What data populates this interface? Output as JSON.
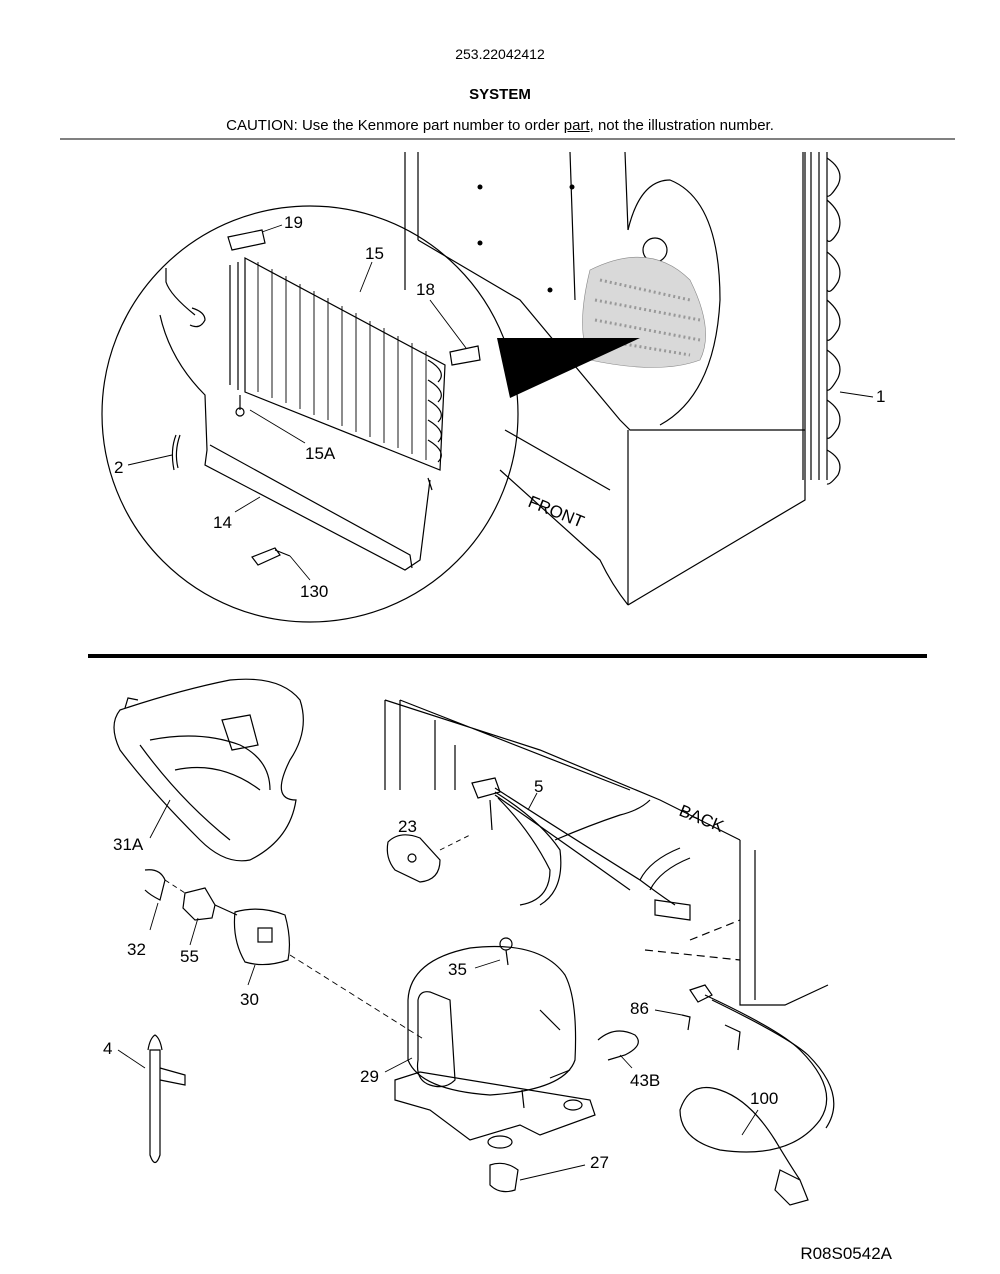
{
  "header": {
    "model_number": "253.22042412",
    "title": "SYSTEM",
    "caution_prefix": "CAUTION: Use the Kenmore part number to order ",
    "caution_underlined": "part",
    "caution_suffix": ", not the illustration number."
  },
  "upper_section": {
    "callouts": {
      "p19": "19",
      "p15": "15",
      "p18": "18",
      "p1": "1",
      "p15a": "15A",
      "p2": "2",
      "p14": "14",
      "p130": "130"
    },
    "front_label": "FRONT"
  },
  "lower_section": {
    "callouts": {
      "p31a": "31A",
      "p5": "5",
      "p23": "23",
      "p32": "32",
      "p55": "55",
      "p30": "30",
      "p35": "35",
      "p86": "86",
      "p4": "4",
      "p29": "29",
      "p43b": "43B",
      "p100": "100",
      "p27": "27"
    },
    "back_label": "BACK"
  },
  "footer": {
    "drawing_ref": "R08S0542A"
  }
}
